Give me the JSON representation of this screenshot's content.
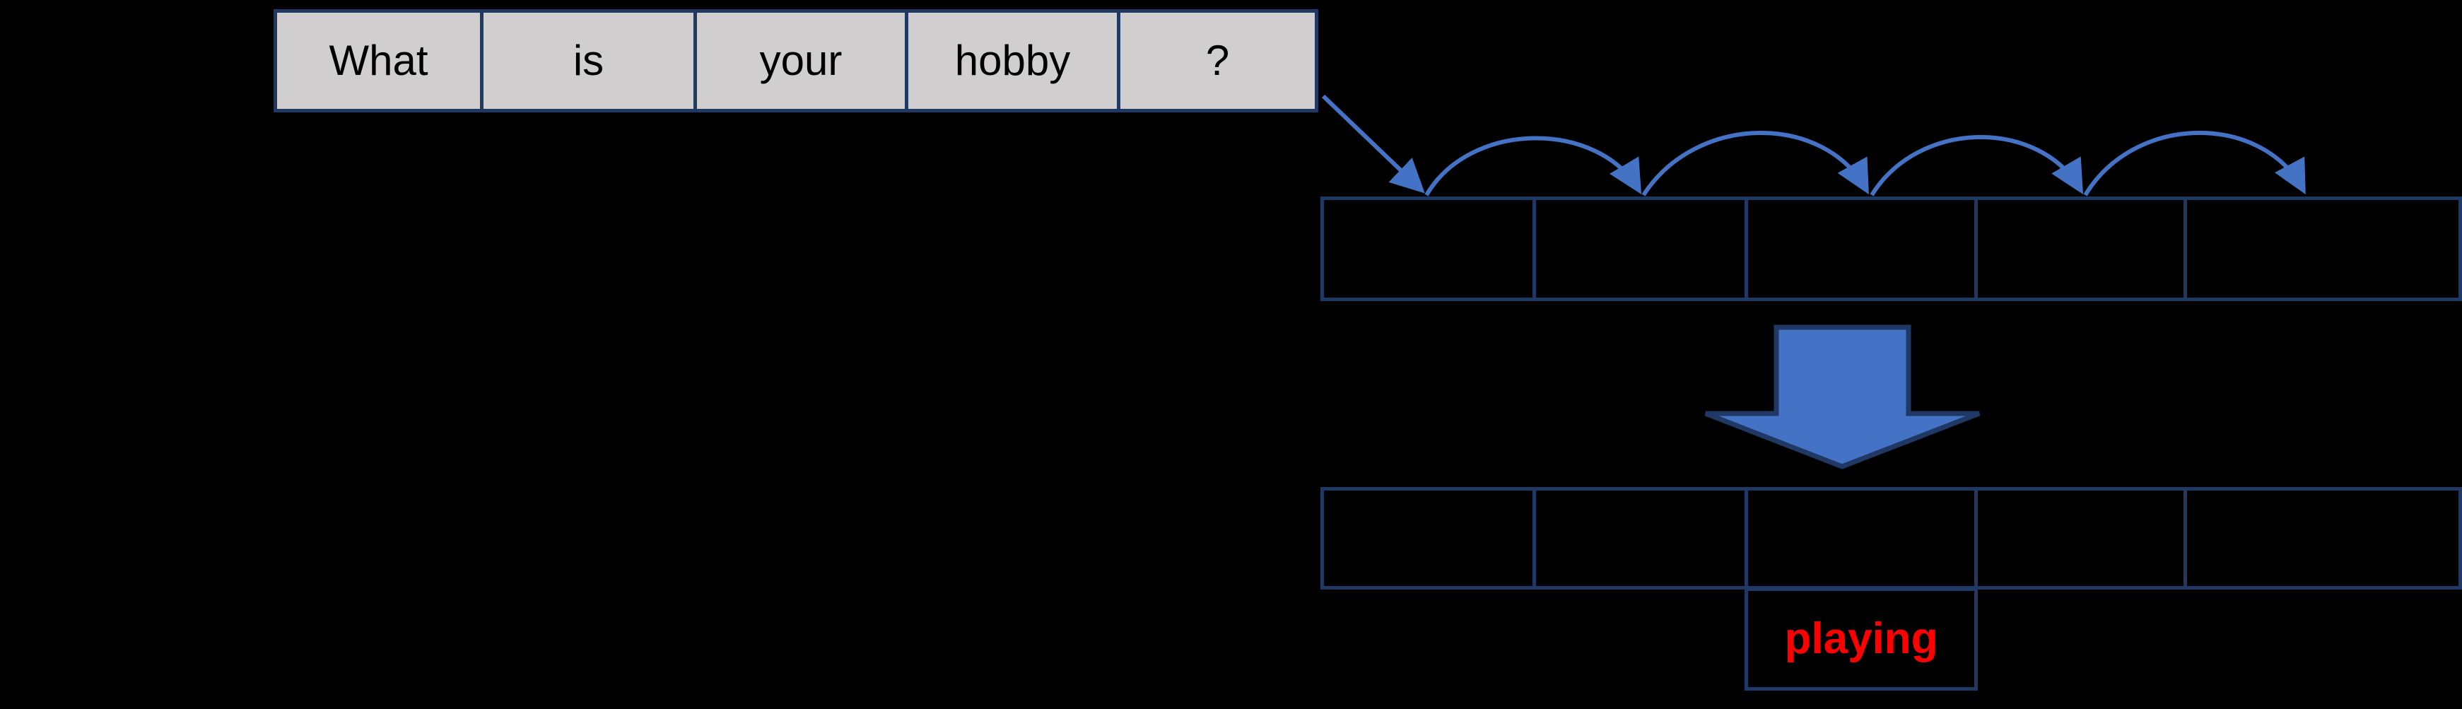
{
  "diagram": {
    "title": "seq2seq attention decoding step",
    "background_color": "#000000"
  },
  "colors": {
    "cell_border": "#1F3864",
    "source_cell_fill": "#D0CECE",
    "source_text": "#000000",
    "blank_cell_fill": "#000000",
    "arrow_blue": "#4472C4",
    "arrow_outline": "#1F3864",
    "output_word": "#FF0000"
  },
  "source_table": {
    "name": "input-sentence-tokens",
    "cells": [
      {
        "label": "What"
      },
      {
        "label": "is"
      },
      {
        "label": "your"
      },
      {
        "label": "hobby"
      },
      {
        "label": "?"
      }
    ]
  },
  "encoder_table": {
    "name": "encoder-state-cells",
    "cells": [
      {
        "label": ""
      },
      {
        "label": ""
      },
      {
        "label": ""
      },
      {
        "label": ""
      },
      {
        "label": ""
      }
    ]
  },
  "decoder_table": {
    "name": "decoder-state-cells",
    "cells": [
      {
        "label": ""
      },
      {
        "label": ""
      },
      {
        "label": ""
      },
      {
        "label": ""
      },
      {
        "label": ""
      }
    ]
  },
  "output": {
    "name": "predicted-word",
    "word": "playing"
  },
  "arrows": {
    "feed_arrow": {
      "name": "input-to-encoder-arrow",
      "kind": "straight"
    },
    "recurrent_arcs": {
      "name": "recurrent-step-arcs",
      "kind": "curved",
      "count": 4
    },
    "transition_arrow": {
      "name": "encoder-to-decoder-arrow",
      "kind": "block-down-arrow"
    }
  }
}
